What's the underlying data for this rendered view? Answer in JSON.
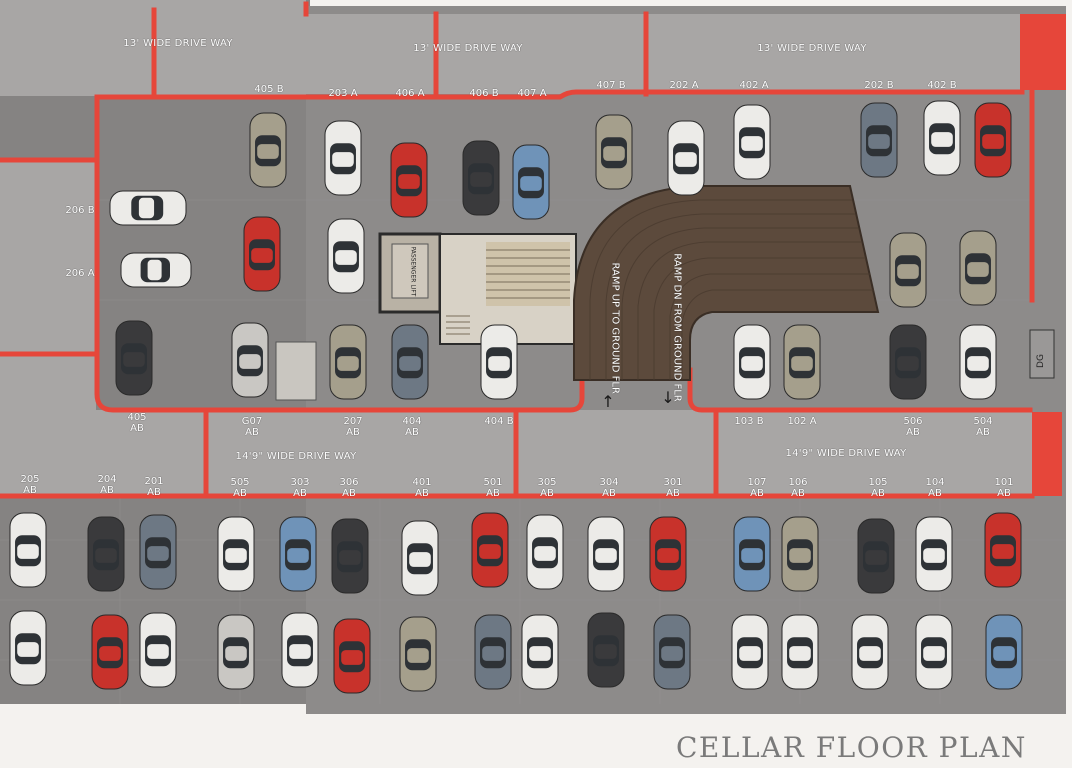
{
  "title": "CELLAR FLOOR PLAN",
  "driveways": {
    "top_left": "13' WIDE DRIVE WAY",
    "top_center": "13' WIDE DRIVE WAY",
    "top_right": "13' WIDE DRIVE WAY",
    "middle_left": "14'9\" WIDE DRIVE WAY",
    "middle_right": "14'9\" WIDE DRIVE WAY"
  },
  "ramps": {
    "up": "RAMP UP TO GROUND FLR",
    "down": "RAMP DN FROM GROUND FLR"
  },
  "lift_label": "PASSENGER LIFT",
  "dg_label": "DG",
  "arrows": {
    "up": "↑",
    "down": "↓"
  },
  "slots": {
    "s203A": "203 A",
    "s406A": "406 A",
    "s406B": "406 B",
    "s407A": "407 A",
    "s407B": "407 B",
    "s202A": "202 A",
    "s402A": "402 A",
    "s202B": "202 B",
    "s402B": "402 B",
    "s405B": "405 B",
    "s206B": "206 B",
    "s206A": "206 A",
    "s405AB": "405\nAB",
    "s607AB": "G07\nAB",
    "s207AB": "207\nAB",
    "s404AB": "404\nAB",
    "s404B": "404 B",
    "s103B": "103 B",
    "s102A": "102 A",
    "s506AB": "506\nAB",
    "s504AB": "504\nAB",
    "s205AB": "205\nAB",
    "s204AB": "204\nAB",
    "s201AB": "201\nAB",
    "s505AB": "505\nAB",
    "s303AB": "303\nAB",
    "s306AB": "306\nAB",
    "s401AB": "401\nAB",
    "s501AB": "501\nAB",
    "s305AB": "305\nAB",
    "s304AB": "304\nAB",
    "s301AB": "301\nAB",
    "s107AB": "107\nAB",
    "s106AB": "106\nAB",
    "s105AB": "105\nAB",
    "s104AB": "104\nAB",
    "s101AB": "101\nAB"
  },
  "colors": {
    "floor": "#8a8887",
    "driveway": "#a7a5a4",
    "line": "#e6463a",
    "ramp": "#5c4a3c",
    "stair": "#d6cfc2",
    "title": "#7a7a7a"
  }
}
